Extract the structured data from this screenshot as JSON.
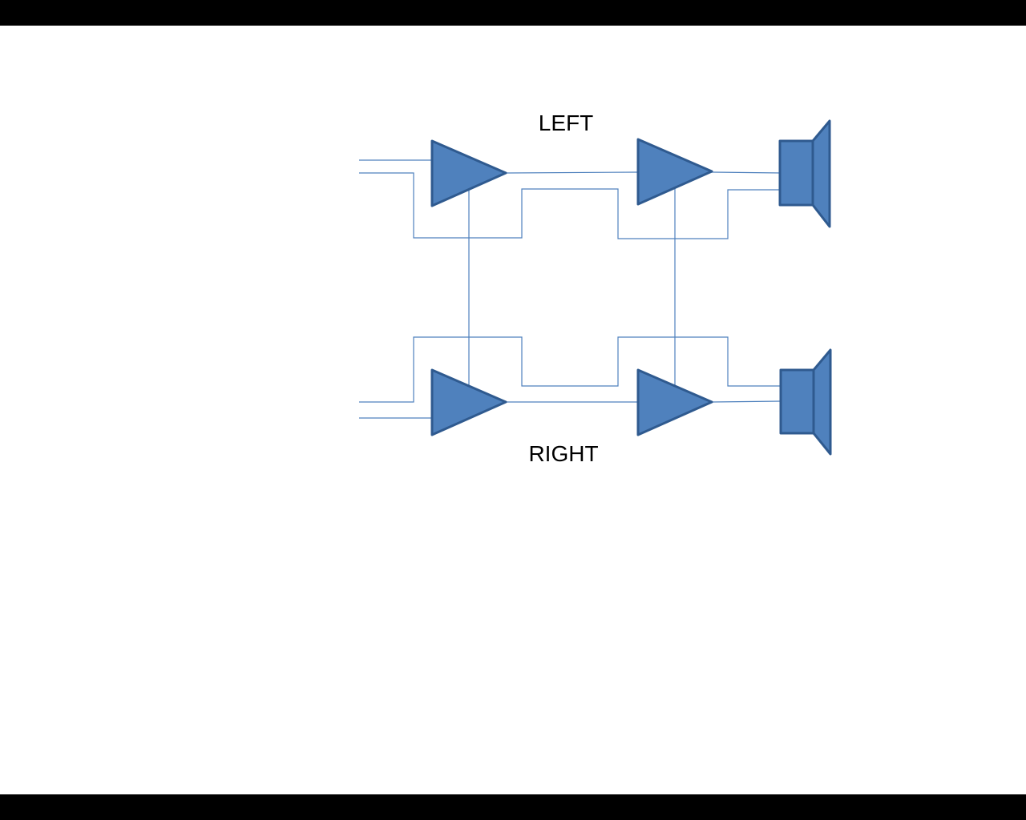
{
  "colors": {
    "letterbox": "#000000",
    "background": "#ffffff",
    "component_fill": "#4f81bd",
    "component_stroke": "#2f5a8f",
    "wire": "#4f81bd"
  },
  "diagram": {
    "labels": {
      "left": "LEFT",
      "right": "RIGHT"
    },
    "components": [
      {
        "name": "left-amplifier-1",
        "icon": "amplifier-triangle"
      },
      {
        "name": "left-amplifier-2",
        "icon": "amplifier-triangle"
      },
      {
        "name": "right-amplifier-1",
        "icon": "amplifier-triangle"
      },
      {
        "name": "right-amplifier-2",
        "icon": "amplifier-triangle"
      },
      {
        "name": "left-speaker",
        "icon": "speaker-icon"
      },
      {
        "name": "right-speaker",
        "icon": "speaker-icon"
      }
    ]
  }
}
